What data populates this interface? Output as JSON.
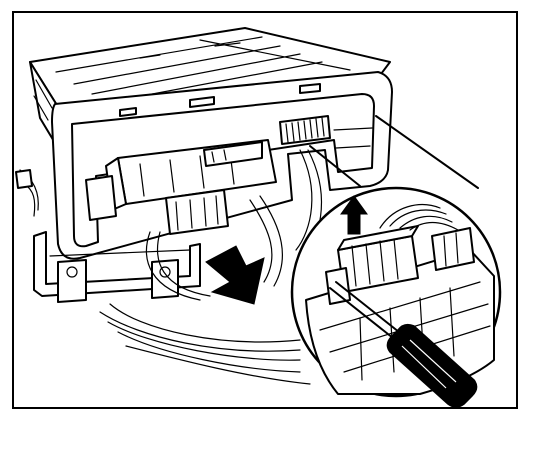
{
  "figure": {
    "frame": "drawn-border",
    "background": "#ffffff",
    "ink": "#000000",
    "parts": [
      "control-unit-housing",
      "connector-plugs",
      "mounting-bracket",
      "wiring-harness",
      "detail-magnifier",
      "screwdriver",
      "removal-arrow",
      "lift-arrow"
    ]
  }
}
